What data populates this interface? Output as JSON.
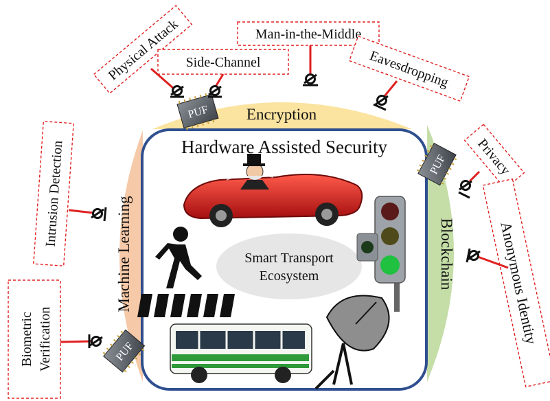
{
  "diagram": {
    "center_title": "Hardware Assisted Security",
    "ecosystem_line1": "Smart Transport",
    "ecosystem_line2": "Ecosystem",
    "bands": {
      "top": "Encryption",
      "left": "Machine Learning",
      "right": "Blockchain"
    },
    "puf_label": "PUF",
    "attacks": {
      "physical": "Physical Attack",
      "side_channel": "Side-Channel",
      "mitm": "Man-in-the-Middle",
      "eavesdropping": "Eavesdropping",
      "privacy": "Privacy",
      "anonymous": "Anonymous Identity",
      "intrusion": "Intrusion Detection",
      "biometric_line1": "Biometric",
      "biometric_line2": "Verification"
    }
  },
  "colors": {
    "encryption_band": "#fbe3a0",
    "ml_band": "#f6c9a8",
    "blockchain_band": "#c5dea8",
    "frame": "#2f4f8f",
    "attack": "#e02020",
    "car": "#d42020",
    "bus": "#2f9a3a"
  }
}
